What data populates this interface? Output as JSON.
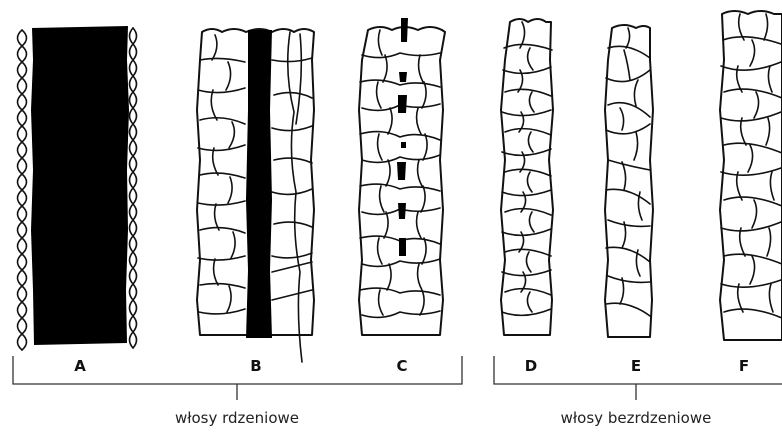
{
  "panels": [
    {
      "label": "A"
    },
    {
      "label": "B"
    },
    {
      "label": "C"
    },
    {
      "label": "D"
    },
    {
      "label": "E"
    },
    {
      "label": "F"
    }
  ],
  "groups": [
    {
      "label": "włosy rdzeniowe"
    },
    {
      "label": "włosy bezrdzeniowe"
    }
  ]
}
